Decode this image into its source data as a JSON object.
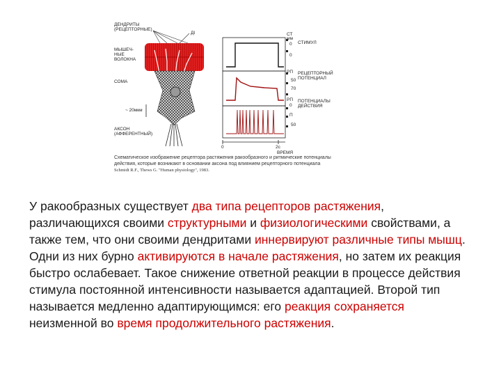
{
  "figure": {
    "labels": {
      "dendrites": "ДЕНДРИТЫ (РЕЦЕПТОРНЫЕ)",
      "di": "ДІ",
      "muscle": "МЫШЕЧ-НЫЕ ВОЛОКНА",
      "soma": "СОМА",
      "scale": "~ 20мкм",
      "axon": "АКСОН (АФФЕРЕНТНЫЙ)",
      "stim_top": "СТ",
      "stim_unit": "мм",
      "stim_zero": "0",
      "stim_mid": "0",
      "stim_name": "СТИМУЛ",
      "rp_top": "РП",
      "rp_50": "50",
      "rp_70": "70",
      "rp_name": "РЕЦЕПТОРНЫЙ ПОТЕНЦИАЛ",
      "ap_top": "РП",
      "ap_0": "0",
      "ap_mid": "П",
      "ap_50": "50",
      "ap_name": "ПОТЕНЦИАЛЫ ДЕЙСТВИЯ",
      "time_0": "0",
      "time_2": "2с",
      "time_name": "ВРЕМЯ"
    },
    "caption": "Схематическое изображение рецептора растяжения ракообразного и ритмические потенциалы действия, которые возникают в основании аксона под влиянием рецепторного потенциала",
    "source": "Schmidt R.F., Thews G. \"Human physiology\", 1983."
  },
  "paragraph": [
    {
      "t": "У ракообразных существует ",
      "h": false
    },
    {
      "t": "два типа рецепторов растяжения",
      "h": true
    },
    {
      "t": ", различающихся своими ",
      "h": false
    },
    {
      "t": "структурными",
      "h": true
    },
    {
      "t": " и ",
      "h": false
    },
    {
      "t": "физиологическими",
      "h": true
    },
    {
      "t": " свойствами, а также тем, что они своими дендритами ",
      "h": false
    },
    {
      "t": "иннервируют различные типы мышц",
      "h": true
    },
    {
      "t": ". Одни из них бурно ",
      "h": false
    },
    {
      "t": "активируются в начале растяжения",
      "h": true
    },
    {
      "t": ", но затем их реакция быстро ослабевает. Такое снижение ответной реакции в процессе действия стимула постоянной интенсивности называется адаптацией. Второй тип называется медленно адаптирующимся: его ",
      "h": false
    },
    {
      "t": "реакция сохраняется",
      "h": true
    },
    {
      "t": " неизменной во ",
      "h": false
    },
    {
      "t": "время продолжительного растяжения",
      "h": true
    },
    {
      "t": ".",
      "h": false
    }
  ],
  "colors": {
    "highlight": "#cc0000",
    "muscle": "#e02020",
    "text": "#1a1a1a"
  }
}
